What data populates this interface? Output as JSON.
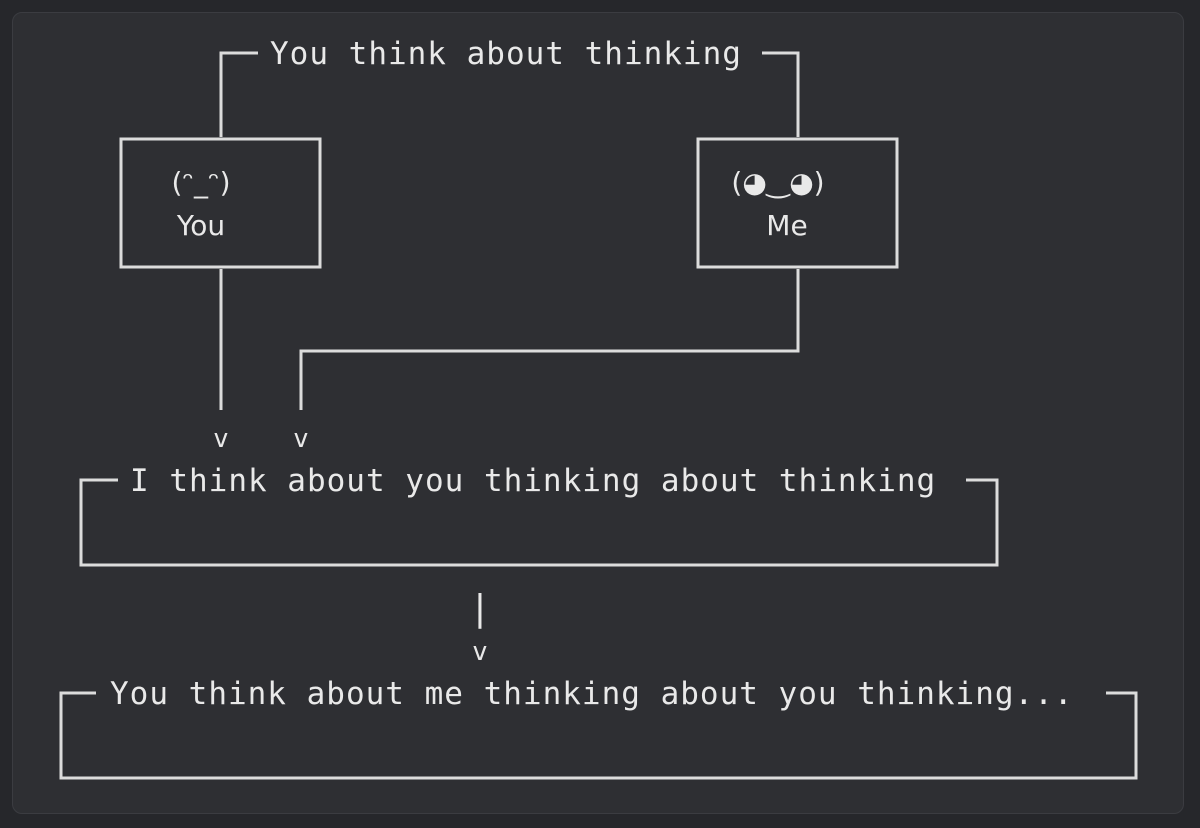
{
  "diagram": {
    "top_label": "You think about thinking",
    "you_face": "(ᵔ_ᵔ)",
    "you_label": "You",
    "me_face": "(◕‿◕)",
    "me_label": "Me",
    "arrow_glyph": "v",
    "pipe_glyph": "|",
    "middle_label": "I think about you thinking about thinking",
    "bottom_label": "You think about me thinking about you thinking..."
  }
}
